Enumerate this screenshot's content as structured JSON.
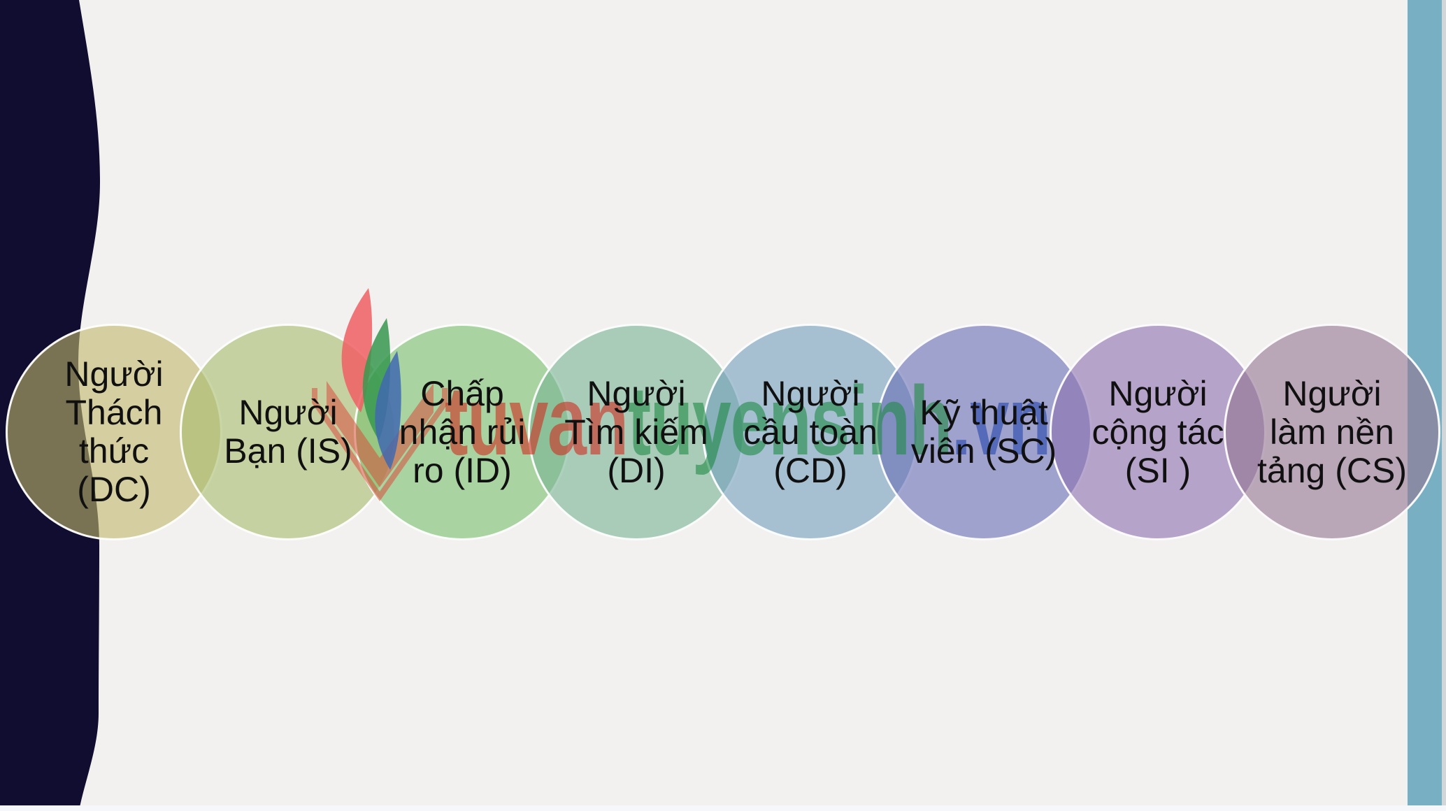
{
  "slide": {
    "type": "presentation-slide",
    "background_color": "#f2f1ef",
    "left_band_color": "#110d31",
    "right_strip_color": "#79afc2"
  },
  "diagram": {
    "circles": [
      {
        "id": "DC",
        "label": "Người\nThách\nthức\n(DC)",
        "fill": "#c0b76b"
      },
      {
        "id": "IS",
        "label": "Người\nBạn (IS)",
        "fill": "#a9bd6e"
      },
      {
        "id": "ID",
        "label": "Chấp\nnhận rủi\nro (ID)",
        "fill": "#78c06c"
      },
      {
        "id": "DI",
        "label": "Người\nTìm kiếm\n(DI)",
        "fill": "#78b494"
      },
      {
        "id": "CD",
        "label": "Người\ncầu toàn\n(CD)",
        "fill": "#739fbc"
      },
      {
        "id": "SC",
        "label": "Kỹ thuật\nviên (SC)",
        "fill": "#676eb4"
      },
      {
        "id": "SI",
        "label": "Người\ncộng tác\n(SI )",
        "fill": "#8c70af"
      },
      {
        "id": "CS",
        "label": "Người\nlàm nền\ntảng (CS)",
        "fill": "#937591"
      }
    ]
  },
  "watermark": {
    "full_text": "tuvantuyensinh.vn",
    "segments": [
      {
        "text": "tuvan",
        "color": "#cf2e1f"
      },
      {
        "text": "tuyensinh",
        "color": "#1f8a44"
      },
      {
        "text": ".vn",
        "color": "#2447ad"
      }
    ],
    "logo_colors": {
      "flame_red": "#ef5f63",
      "flame_green": "#37984f",
      "flame_blue": "#4168b0",
      "book_red": "#d94f3d"
    }
  }
}
